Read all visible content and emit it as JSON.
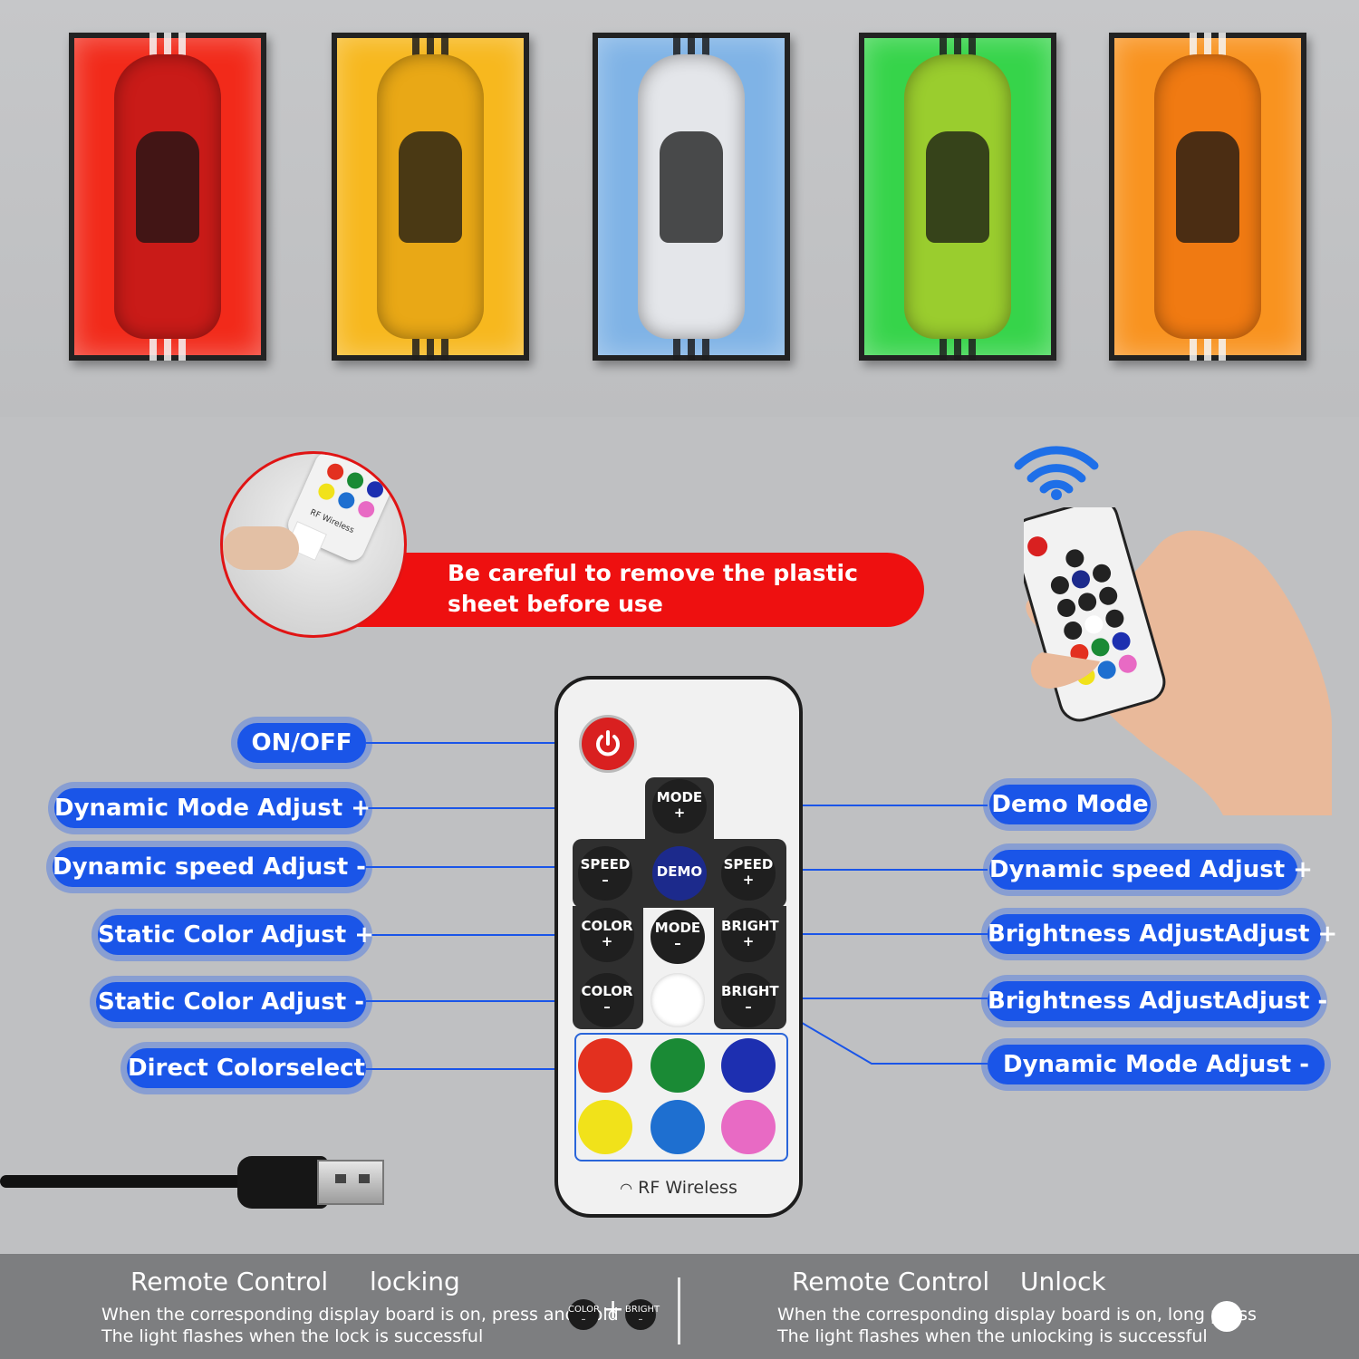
{
  "frames": [
    {
      "name": "red-frame",
      "glow": "#f22a1a",
      "stripe": "#f5f5f5",
      "car": "#c91b18"
    },
    {
      "name": "yellow-frame",
      "glow": "#f7b81e",
      "stripe": "#1d1d1d",
      "car": "#e9a816"
    },
    {
      "name": "blue-frame",
      "glow": "#7fb3e6",
      "stripe": "#1d1d1d",
      "car": "#e4e6ea"
    },
    {
      "name": "green-frame",
      "glow": "#36d44a",
      "stripe": "#1d1d1d",
      "car": "#9acd2e"
    },
    {
      "name": "orange-frame",
      "glow": "#f9931f",
      "stripe": "#f5f5f5",
      "car": "#f07a12"
    }
  ],
  "warning": {
    "text_line1": "Be careful to remove the plastic",
    "text_line2": "sheet before use",
    "mini_label": "RF Wireless"
  },
  "remote": {
    "mode_plus": {
      "top": "MODE",
      "bottom": "+"
    },
    "speed_minus": {
      "top": "SPEED",
      "bottom": "–"
    },
    "demo": "DEMO",
    "speed_plus": {
      "top": "SPEED",
      "bottom": "+"
    },
    "color_plus": {
      "top": "COLOR",
      "bottom": "+"
    },
    "mode_minus": {
      "top": "MODE",
      "bottom": "–"
    },
    "bright_plus": {
      "top": "BRIGHT",
      "bottom": "+"
    },
    "color_minus": {
      "top": "COLOR",
      "bottom": "–"
    },
    "bright_minus": {
      "top": "BRIGHT",
      "bottom": "–"
    },
    "colors": [
      "#e3301f",
      "#1a8a35",
      "#1d2fb0",
      "#f1e21a",
      "#1e6fd0",
      "#e86ac4"
    ],
    "brand": "RF Wireless"
  },
  "labels_left": [
    "ON/OFF",
    "Dynamic Mode Adjust +",
    "Dynamic speed Adjust -",
    "Static Color Adjust +",
    "Static Color Adjust -",
    "Direct Colorselect"
  ],
  "labels_right": [
    "Demo Mode",
    "Dynamic speed Adjust +",
    "Brightness AdjustAdjust +",
    "Brightness AdjustAdjust -",
    "Dynamic Mode Adjust -"
  ],
  "bottom": {
    "lock_title": "Remote Control",
    "lock_word": "locking",
    "lock_line1": "When the corresponding display board is on, press and hold",
    "lock_line2": "The light flashes when the lock is successful",
    "unlock_title": "Remote Control",
    "unlock_word": "Unlock",
    "unlock_line1": "When the corresponding display board is on, long press",
    "unlock_line2": "The light flashes when the unlocking is successful",
    "btn_color": {
      "top": "COLOR",
      "bottom": "–"
    },
    "plus": "+",
    "btn_bright": {
      "top": "BRIGHT",
      "bottom": "–"
    }
  },
  "accent": "#1a55e8"
}
